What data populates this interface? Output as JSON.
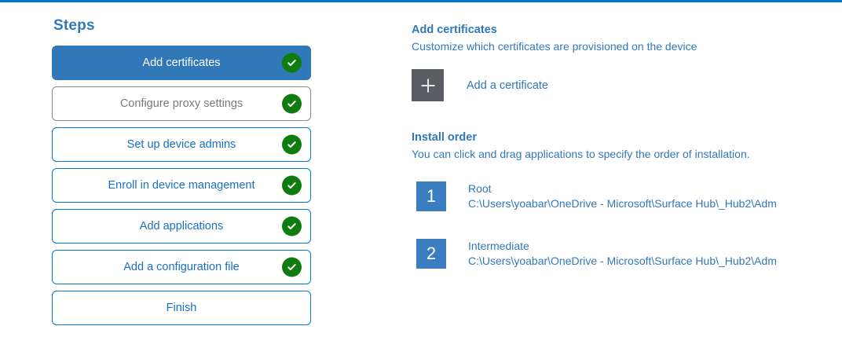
{
  "theme": {
    "accent_blue": "#0078d4",
    "step_active_blue": "#3178b8",
    "link_blue": "#3178b8",
    "success_green": "#107c10",
    "muted_gray": "#7a7a7a",
    "tile_gray": "#5a5d61",
    "order_badge_blue": "#3a7ebf"
  },
  "steps_panel": {
    "title": "Steps",
    "items": [
      {
        "label": "Add certificates",
        "state": "active",
        "completed": true,
        "check_icon": "check-icon"
      },
      {
        "label": "Configure proxy settings",
        "state": "muted",
        "completed": true,
        "check_icon": "check-icon"
      },
      {
        "label": "Set up device admins",
        "state": "default",
        "completed": true,
        "check_icon": "check-icon"
      },
      {
        "label": "Enroll in device management",
        "state": "default",
        "completed": true,
        "check_icon": "check-icon"
      },
      {
        "label": "Add applications",
        "state": "default",
        "completed": true,
        "check_icon": "check-icon"
      },
      {
        "label": "Add a configuration file",
        "state": "default",
        "completed": true,
        "check_icon": "check-icon"
      },
      {
        "label": "Finish",
        "state": "default",
        "completed": false,
        "check_icon": ""
      }
    ]
  },
  "detail_panel": {
    "certificates": {
      "heading": "Add certificates",
      "subheading": "Customize which certificates are provisioned on the device",
      "add_button_label": "Add a certificate",
      "add_button_icon": "plus-icon"
    },
    "install_order": {
      "heading": "Install order",
      "subheading": "You can click and drag applications to specify the order of installation.",
      "items": [
        {
          "number": "1",
          "name": "Root",
          "path": "C:\\Users\\yoabar\\OneDrive - Microsoft\\Surface Hub\\_Hub2\\Adm"
        },
        {
          "number": "2",
          "name": "Intermediate",
          "path": "C:\\Users\\yoabar\\OneDrive - Microsoft\\Surface Hub\\_Hub2\\Adm"
        }
      ]
    }
  }
}
